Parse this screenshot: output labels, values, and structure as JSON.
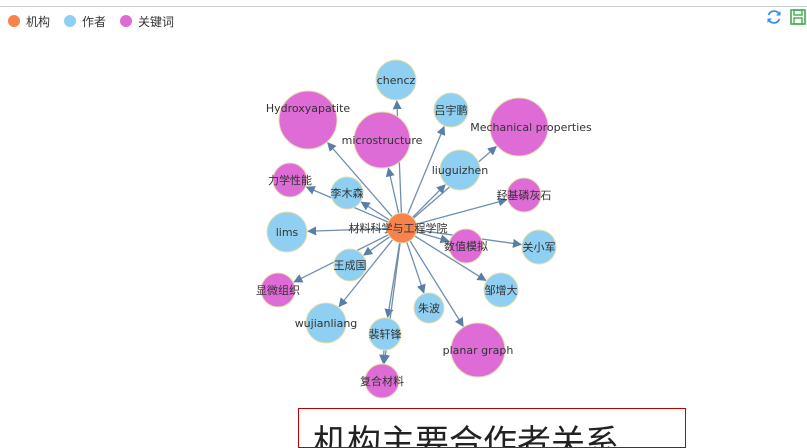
{
  "legend": [
    {
      "label": "机构",
      "color": "#F6834B"
    },
    {
      "label": "作者",
      "color": "#8ECFF2"
    },
    {
      "label": "关键词",
      "color": "#DE6BD6"
    }
  ],
  "toolbox": {
    "refresh_icon": "refresh-icon",
    "save_icon": "save-image-icon"
  },
  "graph": {
    "center": {
      "label": "材料科学与工程学院",
      "category": "机构"
    },
    "nodes": [
      {
        "label": "chencz",
        "category": "作者"
      },
      {
        "label": "Hydroxyapatite",
        "category": "关键词"
      },
      {
        "label": "microstructure",
        "category": "关键词"
      },
      {
        "label": "吕宇鹏",
        "category": "作者"
      },
      {
        "label": "Mechanical properties",
        "category": "关键词"
      },
      {
        "label": "liuguizhen",
        "category": "作者"
      },
      {
        "label": "力学性能",
        "category": "关键词"
      },
      {
        "label": "李木森",
        "category": "作者"
      },
      {
        "label": "羟基磷灰石",
        "category": "关键词"
      },
      {
        "label": "lims",
        "category": "作者"
      },
      {
        "label": "数值模拟",
        "category": "关键词"
      },
      {
        "label": "关小军",
        "category": "作者"
      },
      {
        "label": "王成国",
        "category": "作者"
      },
      {
        "label": "邹增大",
        "category": "作者"
      },
      {
        "label": "显微组织",
        "category": "关键词"
      },
      {
        "label": "朱波",
        "category": "作者"
      },
      {
        "label": "wujianliang",
        "category": "作者"
      },
      {
        "label": "裴轩锋",
        "category": "作者"
      },
      {
        "label": "planar graph",
        "category": "关键词"
      },
      {
        "label": "复合材料",
        "category": "关键词"
      }
    ],
    "extra_edges": [
      {
        "from": "裴轩锋",
        "to": "复合材料"
      }
    ]
  },
  "caption": {
    "text": "机构主要合作者关系"
  }
}
